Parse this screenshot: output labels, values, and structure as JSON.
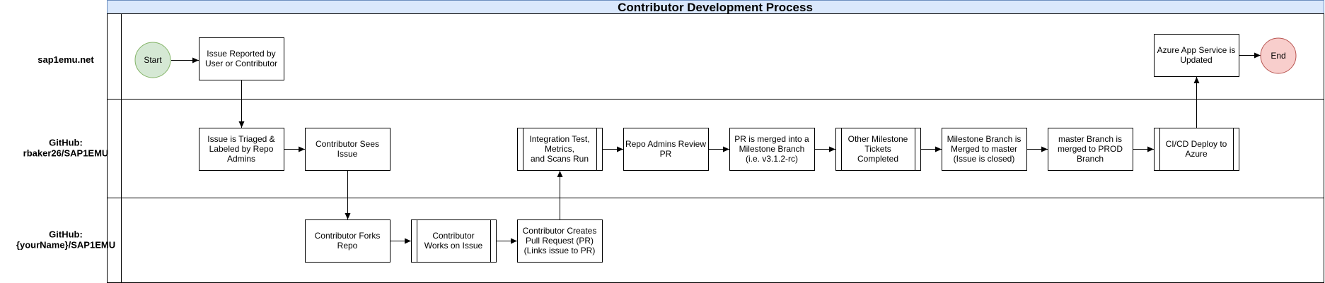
{
  "title": "Contributor Development Process",
  "lanes": [
    {
      "id": "lane1",
      "label": [
        "sap1emu.net"
      ]
    },
    {
      "id": "lane2",
      "label": [
        "GitHub:",
        "rbaker26/SAP1EMU"
      ]
    },
    {
      "id": "lane3",
      "label": [
        "GitHub:",
        "{yourName}/SAP1EMU"
      ]
    }
  ],
  "nodes": [
    {
      "id": "start",
      "shape": "ellipse",
      "lane": "lane1",
      "text": [
        "Start"
      ],
      "fill": "#d5e8d4",
      "stroke": "#82b366"
    },
    {
      "id": "reported",
      "shape": "rect",
      "lane": "lane1",
      "text": [
        "Issue Reported by",
        "User or Contributor"
      ]
    },
    {
      "id": "azure_updated",
      "shape": "rect",
      "lane": "lane1",
      "text": [
        "Azure App Service is",
        "Updated"
      ]
    },
    {
      "id": "end",
      "shape": "ellipse",
      "lane": "lane1",
      "text": [
        "End"
      ],
      "fill": "#f8cecc",
      "stroke": "#b85450"
    },
    {
      "id": "triaged",
      "shape": "rect",
      "lane": "lane2",
      "text": [
        "Issue is Triaged &",
        "Labeled by Repo",
        "Admins"
      ]
    },
    {
      "id": "sees",
      "shape": "rect",
      "lane": "lane2",
      "text": [
        "Contributor Sees",
        "Issue"
      ]
    },
    {
      "id": "integration",
      "shape": "process",
      "lane": "lane2",
      "text": [
        "Integration Test,",
        "Metrics,",
        "and Scans Run"
      ]
    },
    {
      "id": "review",
      "shape": "rect",
      "lane": "lane2",
      "text": [
        "Repo Admins Review",
        "PR"
      ]
    },
    {
      "id": "merged_ms",
      "shape": "rect",
      "lane": "lane2",
      "text": [
        "PR is merged into a",
        "Milestone Branch",
        "(i.e. v3.1.2-rc)"
      ]
    },
    {
      "id": "other_ms",
      "shape": "process",
      "lane": "lane2",
      "text": [
        "Other Milestone",
        "Tickets",
        "Completed"
      ]
    },
    {
      "id": "ms_master",
      "shape": "rect",
      "lane": "lane2",
      "text": [
        "Milestone Branch is",
        "Merged to master",
        "(Issue is closed)"
      ]
    },
    {
      "id": "master_prod",
      "shape": "rect",
      "lane": "lane2",
      "text": [
        "master Branch is",
        "merged to PROD",
        "Branch"
      ]
    },
    {
      "id": "cicd",
      "shape": "process",
      "lane": "lane2",
      "text": [
        "CI/CD Deploy to",
        "Azure"
      ]
    },
    {
      "id": "forks",
      "shape": "rect",
      "lane": "lane3",
      "text": [
        "Contributor Forks",
        "Repo"
      ]
    },
    {
      "id": "works",
      "shape": "process",
      "lane": "lane3",
      "text": [
        "Contributor",
        "Works on Issue"
      ]
    },
    {
      "id": "creates_pr",
      "shape": "rect",
      "lane": "lane3",
      "text": [
        "Contributor Creates",
        "Pull Request (PR)",
        "(Links issue to PR)"
      ]
    }
  ],
  "edges": [
    {
      "from": "start",
      "to": "reported"
    },
    {
      "from": "reported",
      "to": "triaged"
    },
    {
      "from": "triaged",
      "to": "sees"
    },
    {
      "from": "sees",
      "to": "forks"
    },
    {
      "from": "forks",
      "to": "works"
    },
    {
      "from": "works",
      "to": "creates_pr"
    },
    {
      "from": "creates_pr",
      "to": "integration"
    },
    {
      "from": "integration",
      "to": "review"
    },
    {
      "from": "review",
      "to": "merged_ms"
    },
    {
      "from": "merged_ms",
      "to": "other_ms"
    },
    {
      "from": "other_ms",
      "to": "ms_master"
    },
    {
      "from": "ms_master",
      "to": "master_prod"
    },
    {
      "from": "master_prod",
      "to": "cicd"
    },
    {
      "from": "cicd",
      "to": "azure_updated"
    },
    {
      "from": "azure_updated",
      "to": "end"
    }
  ],
  "colors": {
    "header_fill": "#dae8fc",
    "header_stroke": "#6c8ebf",
    "stroke": "#000000",
    "start_fill": "#d5e8d4",
    "start_stroke": "#82b366",
    "end_fill": "#f8cecc",
    "end_stroke": "#b85450"
  }
}
